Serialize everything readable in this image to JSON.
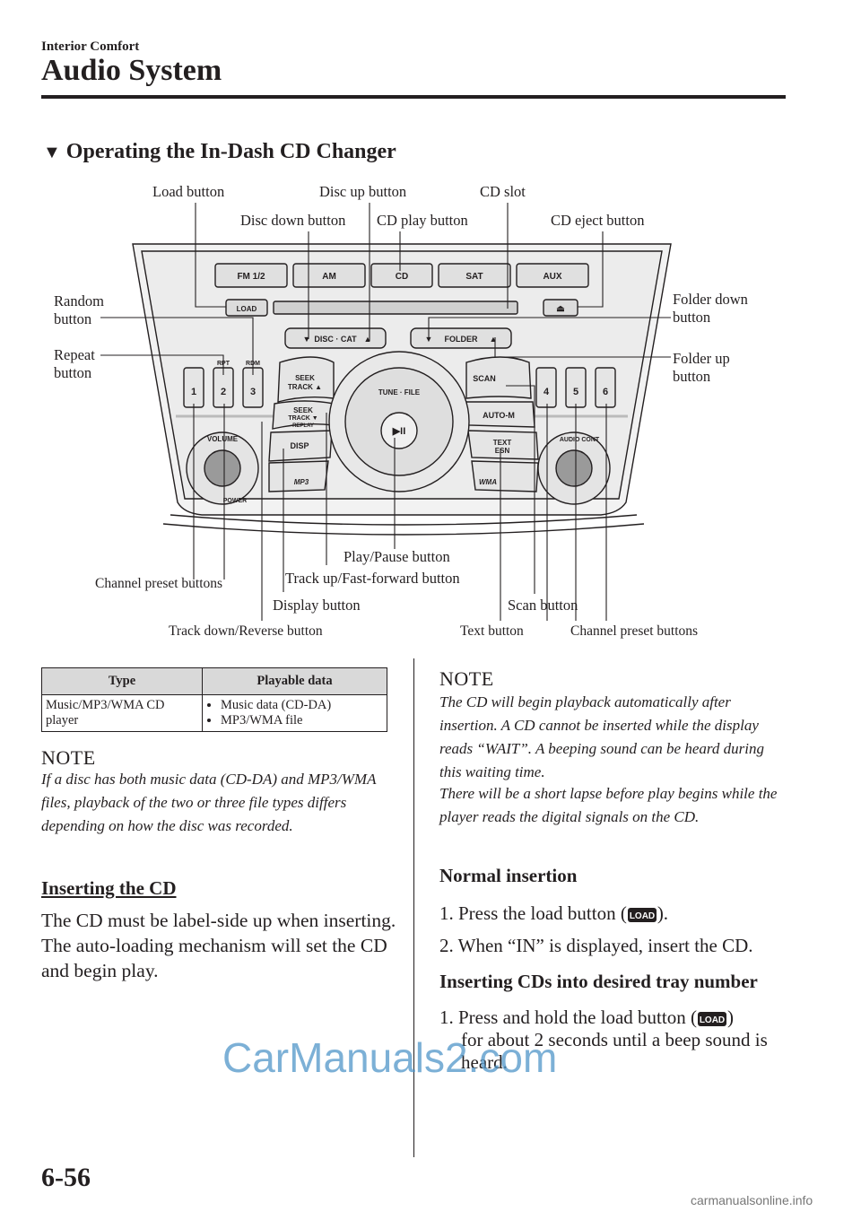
{
  "header": {
    "section": "Interior Comfort",
    "title": "Audio System"
  },
  "section_title": "Operating the In-Dash CD Changer",
  "diagram": {
    "panel_buttons": {
      "fm": "FM 1/2",
      "am": "AM",
      "cd": "CD",
      "sat": "SAT",
      "aux": "AUX",
      "load": "LOAD",
      "disc_cat": "DISC · CAT",
      "folder": "FOLDER",
      "seek_track_up": "SEEK\nTRACK",
      "seek_track_down": "SEEK\nTRACK\nREPLAY",
      "disp": "DISP",
      "scan": "SCAN",
      "auto_m": "AUTO-M",
      "text_esn": "TEXT\nESN",
      "volume": "VOLUME",
      "power": "POWER",
      "audio_cont": "AUDIO CONT",
      "tune_file": "TUNE · FILE",
      "mp3": "MP3",
      "wma": "WMA",
      "presets": [
        "1",
        "2",
        "3",
        "4",
        "5",
        "6"
      ],
      "rpt": "RPT",
      "rdm": "RDM"
    },
    "callouts": {
      "load_button": "Load button",
      "disc_up_button": "Disc up button",
      "cd_slot": "CD slot",
      "disc_down_button": "Disc down button",
      "cd_play_button": "CD play button",
      "cd_eject_button": "CD eject button",
      "random_button": "Random button",
      "repeat_button": "Repeat button",
      "folder_down_button": "Folder down button",
      "folder_up_button": "Folder up button",
      "play_pause_button": "Play/Pause button",
      "channel_preset_left": "Channel preset buttons",
      "track_up": "Track up/Fast-forward button",
      "display_button": "Display button",
      "scan_button": "Scan button",
      "track_down": "Track down/Reverse button",
      "text_button": "Text button",
      "channel_preset_right": "Channel preset buttons"
    }
  },
  "table": {
    "headers": [
      "Type",
      "Playable data"
    ],
    "rows": [
      {
        "type": "Music/MP3/WMA CD player",
        "data": [
          "Music data (CD-DA)",
          "MP3/WMA file"
        ]
      }
    ]
  },
  "note_left": {
    "heading": "NOTE",
    "text": "If a disc has both music data (CD-DA) and MP3/WMA files, playback of the two or three file types differs depending on how the disc was recorded."
  },
  "inserting": {
    "heading": "Inserting the CD",
    "text": "The CD must be label-side up when inserting. The auto-loading mechanism will set the CD and begin play."
  },
  "note_right": {
    "heading": "NOTE",
    "text1": "The CD will begin playback automatically after insertion. A CD cannot be inserted while the display reads “WAIT”. A beeping sound can be heard during this waiting time.",
    "text2": "There will be a short lapse before play begins while the player reads the digital signals on the CD."
  },
  "normal_insertion": {
    "heading": "Normal insertion",
    "step1_pre": "1.  Press the load button (",
    "step1_post": ").",
    "step2": "2.  When “IN” is displayed, insert the CD."
  },
  "tray_insertion": {
    "heading": "Inserting CDs into desired tray number",
    "step1_pre": "1.  Press and hold the load button (",
    "step1_post": ")",
    "step1_cont": "for about 2 seconds until a beep sound is heard."
  },
  "page_number": "6-56",
  "watermark": "CarManuals2.com",
  "watermark2": "carmanualsonline.info"
}
